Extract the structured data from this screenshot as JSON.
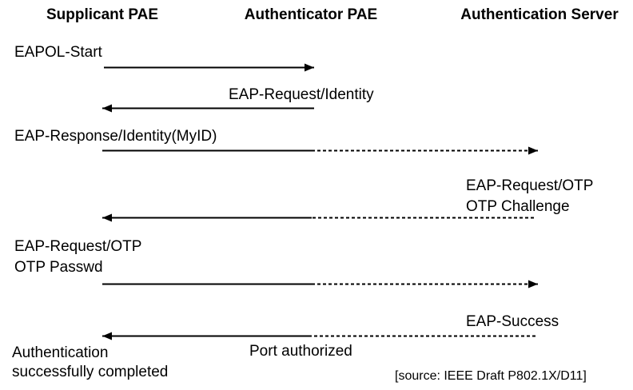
{
  "header": {
    "columns": [
      "Supplicant PAE",
      "Authenticator PAE",
      "Authentication Server"
    ]
  },
  "messages": [
    {
      "label": "EAPOL-Start",
      "from": "supplicant",
      "to": "authenticator",
      "line": "solid"
    },
    {
      "label": "EAP-Request/Identity",
      "from": "authenticator",
      "to": "supplicant",
      "line": "solid"
    },
    {
      "label": "EAP-Response/Identity(MyID)",
      "from": "supplicant",
      "to": "server",
      "line": "solid-then-dotted"
    },
    {
      "label": "EAP-Request/OTP\nOTP Challenge",
      "from": "server",
      "to": "supplicant",
      "line": "dotted-then-solid"
    },
    {
      "label": "EAP-Request/OTP\nOTP Passwd",
      "from": "supplicant",
      "to": "server",
      "line": "solid-then-dotted"
    },
    {
      "label": "EAP-Success",
      "from": "server",
      "to": "supplicant",
      "line": "dotted-then-solid"
    }
  ],
  "annotations": {
    "port_status": "Port authorized",
    "completion": "Authentication\nsuccessfully completed",
    "source": "[source: IEEE Draft P802.1X/D11]"
  },
  "colors": {
    "background": "#ffffff",
    "ink": "#000000"
  }
}
